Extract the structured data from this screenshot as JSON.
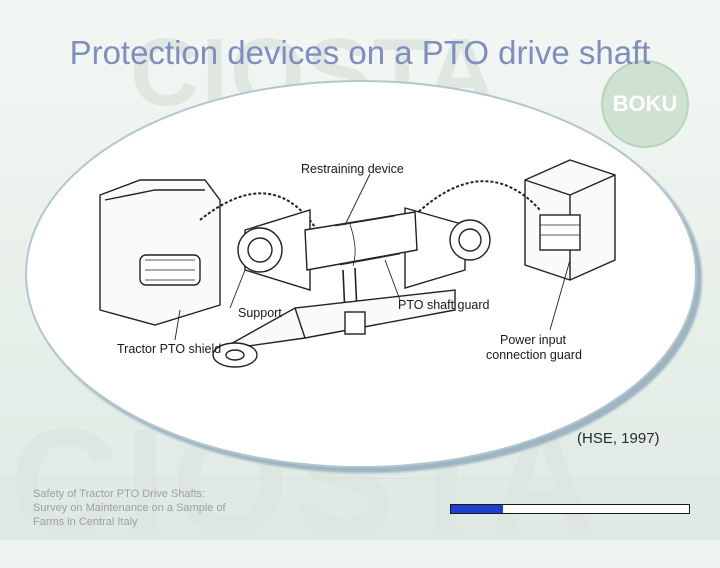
{
  "slide": {
    "title": "Protection devices on a PTO drive shaft",
    "citation": "(HSE, 1997)",
    "footer_line1": "Safety of Tractor PTO Drive Shafts:",
    "footer_line2": "Survey on Maintenance on a Sample of",
    "footer_line3": "Farms in Central Italy",
    "progress": 0.22,
    "progress_color": "#1f3fd1"
  },
  "watermark": {
    "top_text": "CIOSTA",
    "bottom_text": "CIOSTA",
    "logo_text": "BOKU"
  },
  "diagram": {
    "labels": {
      "restraining_device": "Restraining device",
      "support": "Support",
      "pto_shaft_guard": "PTO shaft guard",
      "tractor_pto_shield": "Tractor PTO shield",
      "power_input_line1": "Power input",
      "power_input_line2": "connection guard"
    }
  }
}
